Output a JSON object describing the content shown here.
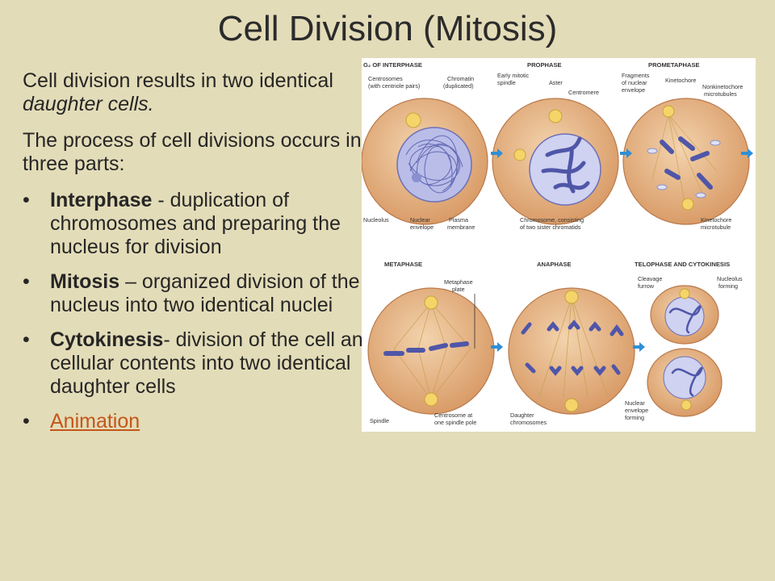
{
  "title": "Cell Division (Mitosis)",
  "intro": {
    "line1_prefix": "Cell division results in two identical ",
    "line1_italic": "daughter cells.",
    "line2": "The process of cell divisions occurs in three parts:"
  },
  "bullets": [
    {
      "term": "Interphase",
      "text": " - duplication of chromosomes and preparing the nucleus for division"
    },
    {
      "term": "Mitosis",
      "text": " – organized division of the nucleus into two identical nuclei"
    },
    {
      "term": "Cytokinesis",
      "text": "- division of the cell and cellular contents into two identical daughter cells"
    }
  ],
  "link": {
    "label": "Animation"
  },
  "figure": {
    "phases": {
      "g2": "G₂ OF INTERPHASE",
      "prophase": "PROPHASE",
      "prometaphase": "PROMETAPHASE",
      "metaphase": "METAPHASE",
      "anaphase": "ANAPHASE",
      "telophase": "TELOPHASE AND CYTOKINESIS"
    },
    "labels": {
      "centrosomes": "Centrosomes",
      "centriole_pairs": "(with centriole pairs)",
      "chromatin": "Chromatin",
      "duplicated": "(duplicated)",
      "nucleolus": "Nucleolus",
      "nuclear": "Nuclear",
      "envelope": "envelope",
      "plasma": "Plasma",
      "membrane": "membrane",
      "early_mitotic": "Early mitotic",
      "spindle": "spindle",
      "aster": "Aster",
      "centromere": "Centromere",
      "chromosome_consisting": "Chromosome, consisting",
      "two_sister": "of two sister chromatids",
      "fragments": "Fragments",
      "of_nuclear": "of nuclear",
      "envelope2": "envelope",
      "kinetochore": "Kinetochore",
      "nonkinetochore": "Nonkinetochore",
      "microtubules": "microtubules",
      "kinetochore2": "Kinetochore",
      "microtubule": "microtubule",
      "metaphase_plate1": "Metaphase",
      "metaphase_plate2": "plate",
      "spindle2": "Spindle",
      "centrosome_at": "Centrosome at",
      "one_pole": "one spindle pole",
      "daughter": "Daughter",
      "chromosomes": "chromosomes",
      "cleavage": "Cleavage",
      "furrow": "furrow",
      "nucleolus_forming1": "Nucleolus",
      "nucleolus_forming2": "forming",
      "nuclear2": "Nuclear",
      "envelope3": "envelope",
      "forming": "forming"
    }
  },
  "colors": {
    "background": "#e3dcb8",
    "cell": "#e6b98a",
    "chromosome": "#5b63b0",
    "arrow": "#2f8fd6",
    "link": "#c4561a"
  }
}
